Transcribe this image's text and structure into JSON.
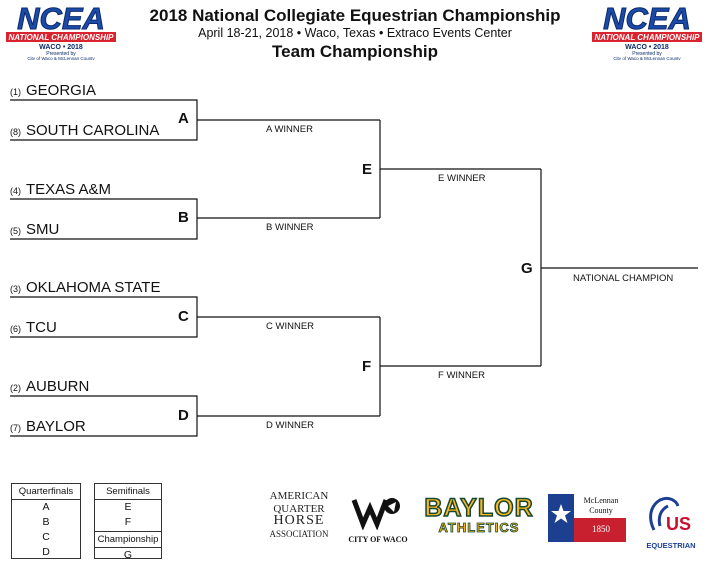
{
  "header": {
    "title": "2018 National Collegiate Equestrian Championship",
    "subtitle": "April 18-21, 2018 • Waco, Texas • Extraco Events Center",
    "section": "Team Championship"
  },
  "logo": {
    "main_text": "NCEA",
    "banner": "NATIONAL CHAMPIONSHIP",
    "edition": "WACO • 2018",
    "presented_by": "Presented by",
    "presenter": "City of Waco & McLennan County",
    "colors": {
      "blue": "#1c4aa8",
      "red": "#d9232e",
      "navy": "#0b2a6b"
    }
  },
  "teams": [
    {
      "seed": "(1)",
      "name": "GEORGIA"
    },
    {
      "seed": "(8)",
      "name": "SOUTH CAROLINA"
    },
    {
      "seed": "(4)",
      "name": "TEXAS A&M"
    },
    {
      "seed": "(5)",
      "name": "SMU"
    },
    {
      "seed": "(3)",
      "name": "OKLAHOMA STATE"
    },
    {
      "seed": "(6)",
      "name": "TCU"
    },
    {
      "seed": "(2)",
      "name": "AUBURN"
    },
    {
      "seed": "(7)",
      "name": "BAYLOR"
    }
  ],
  "matches": {
    "a": {
      "letter": "A",
      "winner": "A WINNER"
    },
    "b": {
      "letter": "B",
      "winner": "B WINNER"
    },
    "c": {
      "letter": "C",
      "winner": "C WINNER"
    },
    "d": {
      "letter": "D",
      "winner": "D WINNER"
    },
    "e": {
      "letter": "E",
      "winner": "E WINNER"
    },
    "f": {
      "letter": "F",
      "winner": "F WINNER"
    },
    "g": {
      "letter": "G",
      "winner": "NATIONAL CHAMPION"
    }
  },
  "legend": {
    "quarterfinals": {
      "label": "Quarterfinals",
      "items": [
        "A",
        "B",
        "C",
        "D"
      ]
    },
    "semifinals": {
      "label": "Semifinals",
      "items": [
        "E",
        "F"
      ]
    },
    "championship": {
      "label": "Championship",
      "items": [
        "G"
      ]
    }
  },
  "sponsors": {
    "aqha": {
      "line1": "AMERICAN",
      "line2": "QUARTER",
      "line3": "HORSE",
      "line4": "ASSOCIATION"
    },
    "waco": {
      "name": "CITY OF WACO"
    },
    "baylor": {
      "line1": "BAYLOR",
      "line2": "ATHLETICS",
      "colors": {
        "green": "#154734",
        "gold": "#ffb81c"
      }
    },
    "mclennan": {
      "line1": "McLennan",
      "line2": "County",
      "year": "1850",
      "colors": {
        "blue": "#1d3f8f",
        "red": "#c8202f"
      }
    },
    "usef": {
      "line1": "US",
      "line2": "EQUESTRIAN",
      "colors": {
        "blue": "#1c3f94",
        "red": "#c8102e"
      }
    }
  }
}
